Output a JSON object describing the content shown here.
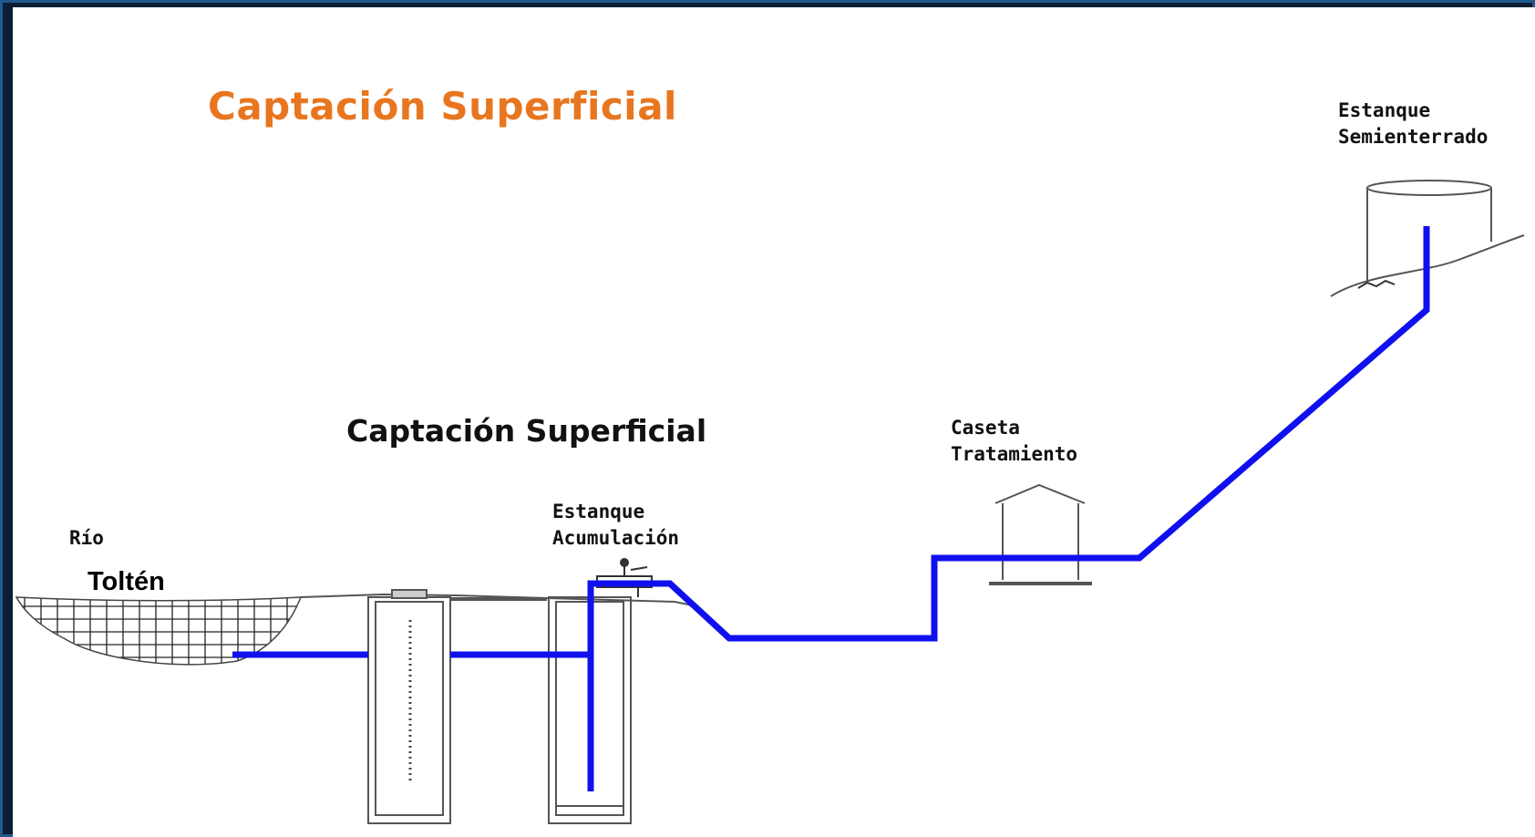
{
  "diagram": {
    "title": "Captación Superficial",
    "subtitle": "Captación Superficial",
    "labels": {
      "river": "Río",
      "river_name": "Toltén",
      "accumulation_tank_line1": "Estanque",
      "accumulation_tank_line2": "Acumulación",
      "treatment_line1": "Caseta",
      "treatment_line2": "Tratamiento",
      "semi_buried_line1": "Estanque",
      "semi_buried_line2": "Semienterrado"
    },
    "colors": {
      "title": "#e8761f",
      "pipe": "#1010ee",
      "frame": "#1f5a8e"
    }
  }
}
